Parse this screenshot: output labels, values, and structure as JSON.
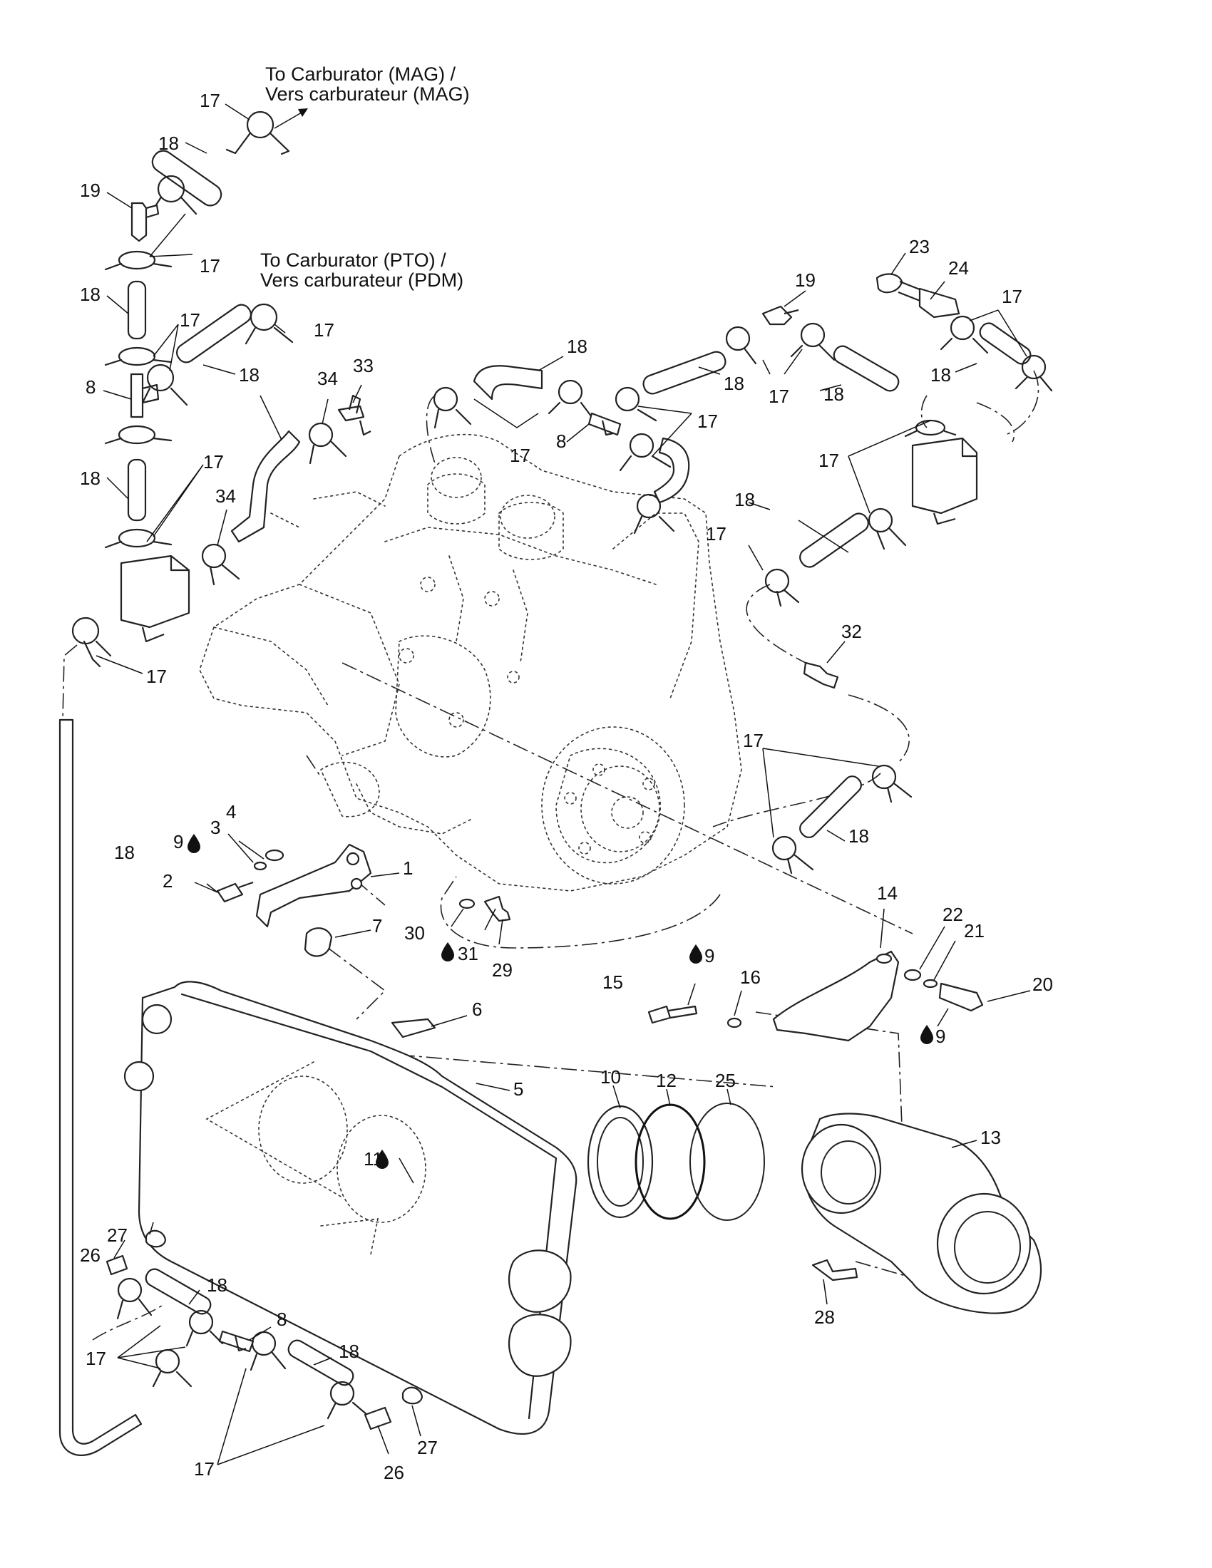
{
  "destinations": {
    "mag_en": "To Carburator (MAG) /",
    "mag_fr": "Vers carburateur (MAG)",
    "pto_en": "To Carburator (PTO) /",
    "pto_fr": "Vers carburateur (PDM)"
  },
  "callouts": [
    {
      "id": "c17a",
      "text": "17"
    },
    {
      "id": "c18a",
      "text": "18"
    },
    {
      "id": "c19a",
      "text": "19"
    },
    {
      "id": "c17b",
      "text": "17"
    },
    {
      "id": "c18b",
      "text": "18"
    },
    {
      "id": "c17c",
      "text": "17"
    },
    {
      "id": "c17d",
      "text": "17"
    },
    {
      "id": "c8a",
      "text": "8"
    },
    {
      "id": "c18c",
      "text": "18"
    },
    {
      "id": "c17e",
      "text": "17"
    },
    {
      "id": "c18d",
      "text": "18"
    },
    {
      "id": "c34a",
      "text": "34"
    },
    {
      "id": "c33",
      "text": "33"
    },
    {
      "id": "c34b",
      "text": "34"
    },
    {
      "id": "c17f",
      "text": "17"
    },
    {
      "id": "c18e",
      "text": "18"
    },
    {
      "id": "c17g",
      "text": "17"
    },
    {
      "id": "c8b",
      "text": "8"
    },
    {
      "id": "c17h",
      "text": "17"
    },
    {
      "id": "c18f",
      "text": "18"
    },
    {
      "id": "c19b",
      "text": "19"
    },
    {
      "id": "c17i",
      "text": "17"
    },
    {
      "id": "c18g",
      "text": "18"
    },
    {
      "id": "c23",
      "text": "23"
    },
    {
      "id": "c24",
      "text": "24"
    },
    {
      "id": "c17j",
      "text": "17"
    },
    {
      "id": "c18h",
      "text": "18"
    },
    {
      "id": "c17k",
      "text": "17"
    },
    {
      "id": "c18i",
      "text": "18"
    },
    {
      "id": "c17l",
      "text": "17"
    },
    {
      "id": "c32",
      "text": "32"
    },
    {
      "id": "c17m",
      "text": "17"
    },
    {
      "id": "c18j",
      "text": "18"
    },
    {
      "id": "c4",
      "text": "4"
    },
    {
      "id": "c3",
      "text": "3"
    },
    {
      "id": "c9a",
      "text": "9"
    },
    {
      "id": "c2",
      "text": "2"
    },
    {
      "id": "c1",
      "text": "1"
    },
    {
      "id": "c18k",
      "text": "18"
    },
    {
      "id": "c7",
      "text": "7"
    },
    {
      "id": "c30",
      "text": "30"
    },
    {
      "id": "c31",
      "text": "31"
    },
    {
      "id": "c29",
      "text": "29"
    },
    {
      "id": "c14",
      "text": "14"
    },
    {
      "id": "c22",
      "text": "22"
    },
    {
      "id": "c21",
      "text": "21"
    },
    {
      "id": "c20",
      "text": "20"
    },
    {
      "id": "c9b",
      "text": "9"
    },
    {
      "id": "c15",
      "text": "15"
    },
    {
      "id": "c16",
      "text": "16"
    },
    {
      "id": "c9c",
      "text": "9"
    },
    {
      "id": "c6",
      "text": "6"
    },
    {
      "id": "c5",
      "text": "5"
    },
    {
      "id": "c10",
      "text": "10"
    },
    {
      "id": "c12",
      "text": "12"
    },
    {
      "id": "c25",
      "text": "25"
    },
    {
      "id": "c13",
      "text": "13"
    },
    {
      "id": "c11",
      "text": "11"
    },
    {
      "id": "c27a",
      "text": "27"
    },
    {
      "id": "c26a",
      "text": "26"
    },
    {
      "id": "c18l",
      "text": "18"
    },
    {
      "id": "c8c",
      "text": "8"
    },
    {
      "id": "c17n",
      "text": "17"
    },
    {
      "id": "c18m",
      "text": "18"
    },
    {
      "id": "c17o",
      "text": "17"
    },
    {
      "id": "c26b",
      "text": "26"
    },
    {
      "id": "c27b",
      "text": "27"
    },
    {
      "id": "c28",
      "text": "28"
    }
  ],
  "icons": {
    "sealant": "drop-icon",
    "direction": "arrow-icon"
  }
}
